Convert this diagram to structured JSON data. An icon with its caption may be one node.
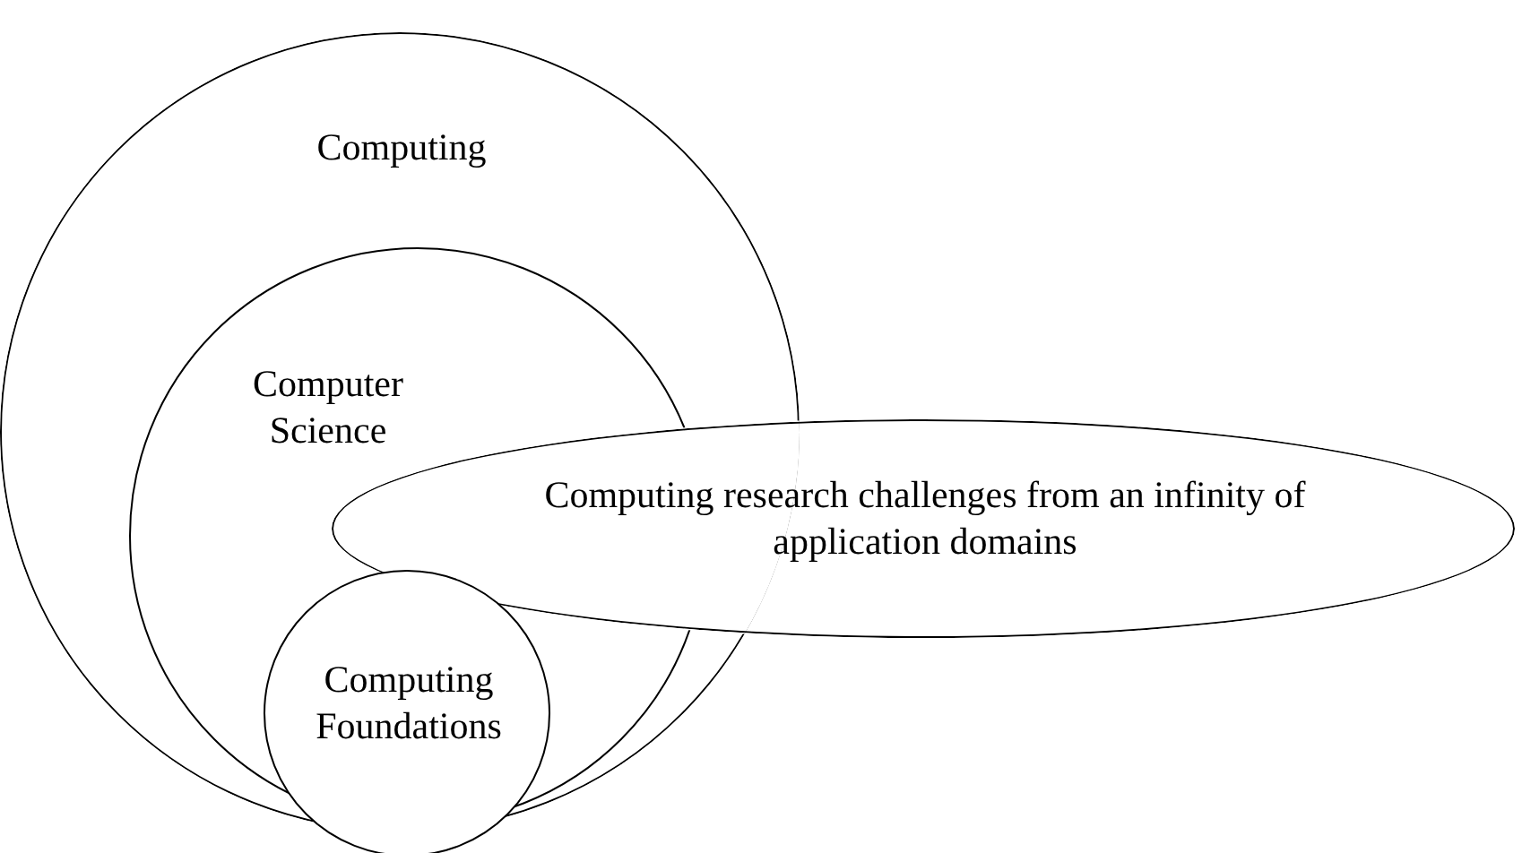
{
  "diagram": {
    "nodes": [
      {
        "text": [
          "Computing"
        ]
      },
      {
        "text": [
          "Computer Science"
        ],
        "in": 0
      },
      {
        "text": [
          "Computing research challenges from an infinity of application domains"
        ]
      },
      {
        "text": [
          "Computing Foundations"
        ]
      }
    ]
  }
}
